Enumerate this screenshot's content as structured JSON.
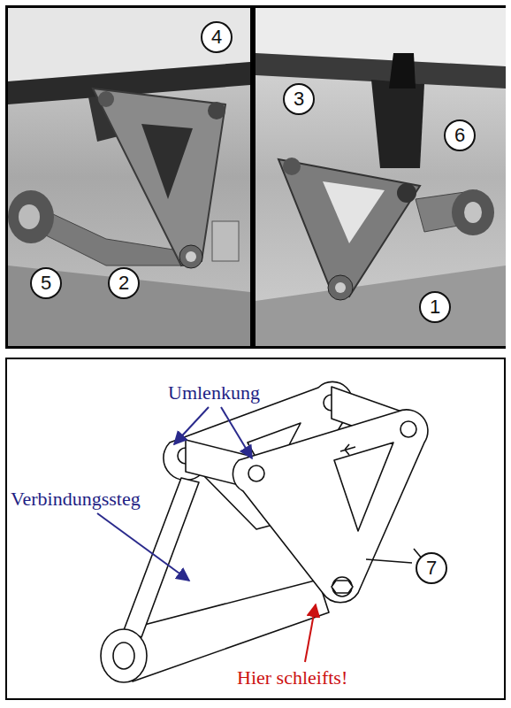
{
  "diagram": {
    "nodes": [
      {
        "text": [
          "4"
        ]
      },
      {
        "text": [
          "3"
        ]
      },
      {
        "text": [
          "6"
        ]
      },
      {
        "text": [
          "5"
        ]
      },
      {
        "text": [
          "2"
        ]
      },
      {
        "text": [
          "1"
        ]
      },
      {
        "text": [
          "7"
        ]
      }
    ],
    "labels": [
      "Umlenkung",
      "Verbindungssteg",
      "Hier schleifts!"
    ]
  }
}
